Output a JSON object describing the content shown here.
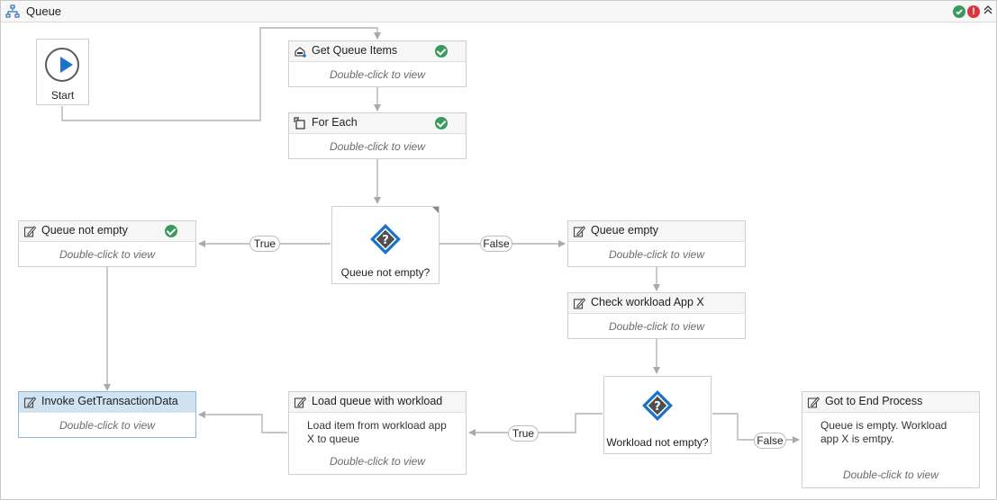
{
  "header": {
    "title": "Queue"
  },
  "start": {
    "label": "Start"
  },
  "activities": {
    "get_queue_items": {
      "name": "Get Queue Items",
      "hint": "Double-click to view"
    },
    "for_each": {
      "name": "For Each",
      "hint": "Double-click to view"
    },
    "queue_not_empty_seq": {
      "name": "Queue not empty",
      "hint": "Double-click to view"
    },
    "queue_empty_seq": {
      "name": "Queue empty",
      "hint": "Double-click to view"
    },
    "check_workload": {
      "name": "Check workload App X",
      "hint": "Double-click to view"
    },
    "invoke_get_tx": {
      "name": "Invoke GetTransactionData",
      "hint": "Double-click to view"
    },
    "load_queue": {
      "name": "Load queue with workload",
      "description": "Load item from workload app X  to queue",
      "hint": "Double-click to view"
    },
    "end_process": {
      "name": "Got to End Process",
      "description": "Queue is empty. Workload app X is emtpy.",
      "hint": "Double-click to view"
    }
  },
  "decisions": {
    "queue_not_empty": {
      "label": "Queue not empty?",
      "true_label": "True",
      "false_label": "False"
    },
    "workload_not_empty": {
      "label": "Workload not empty?",
      "true_label": "True",
      "false_label": "False"
    }
  },
  "colors": {
    "accent": "#1a73c9",
    "ok": "#3c9a5f",
    "error": "#d9363e",
    "selected": "#cfe3f3",
    "connector": "#a9a9a9"
  }
}
